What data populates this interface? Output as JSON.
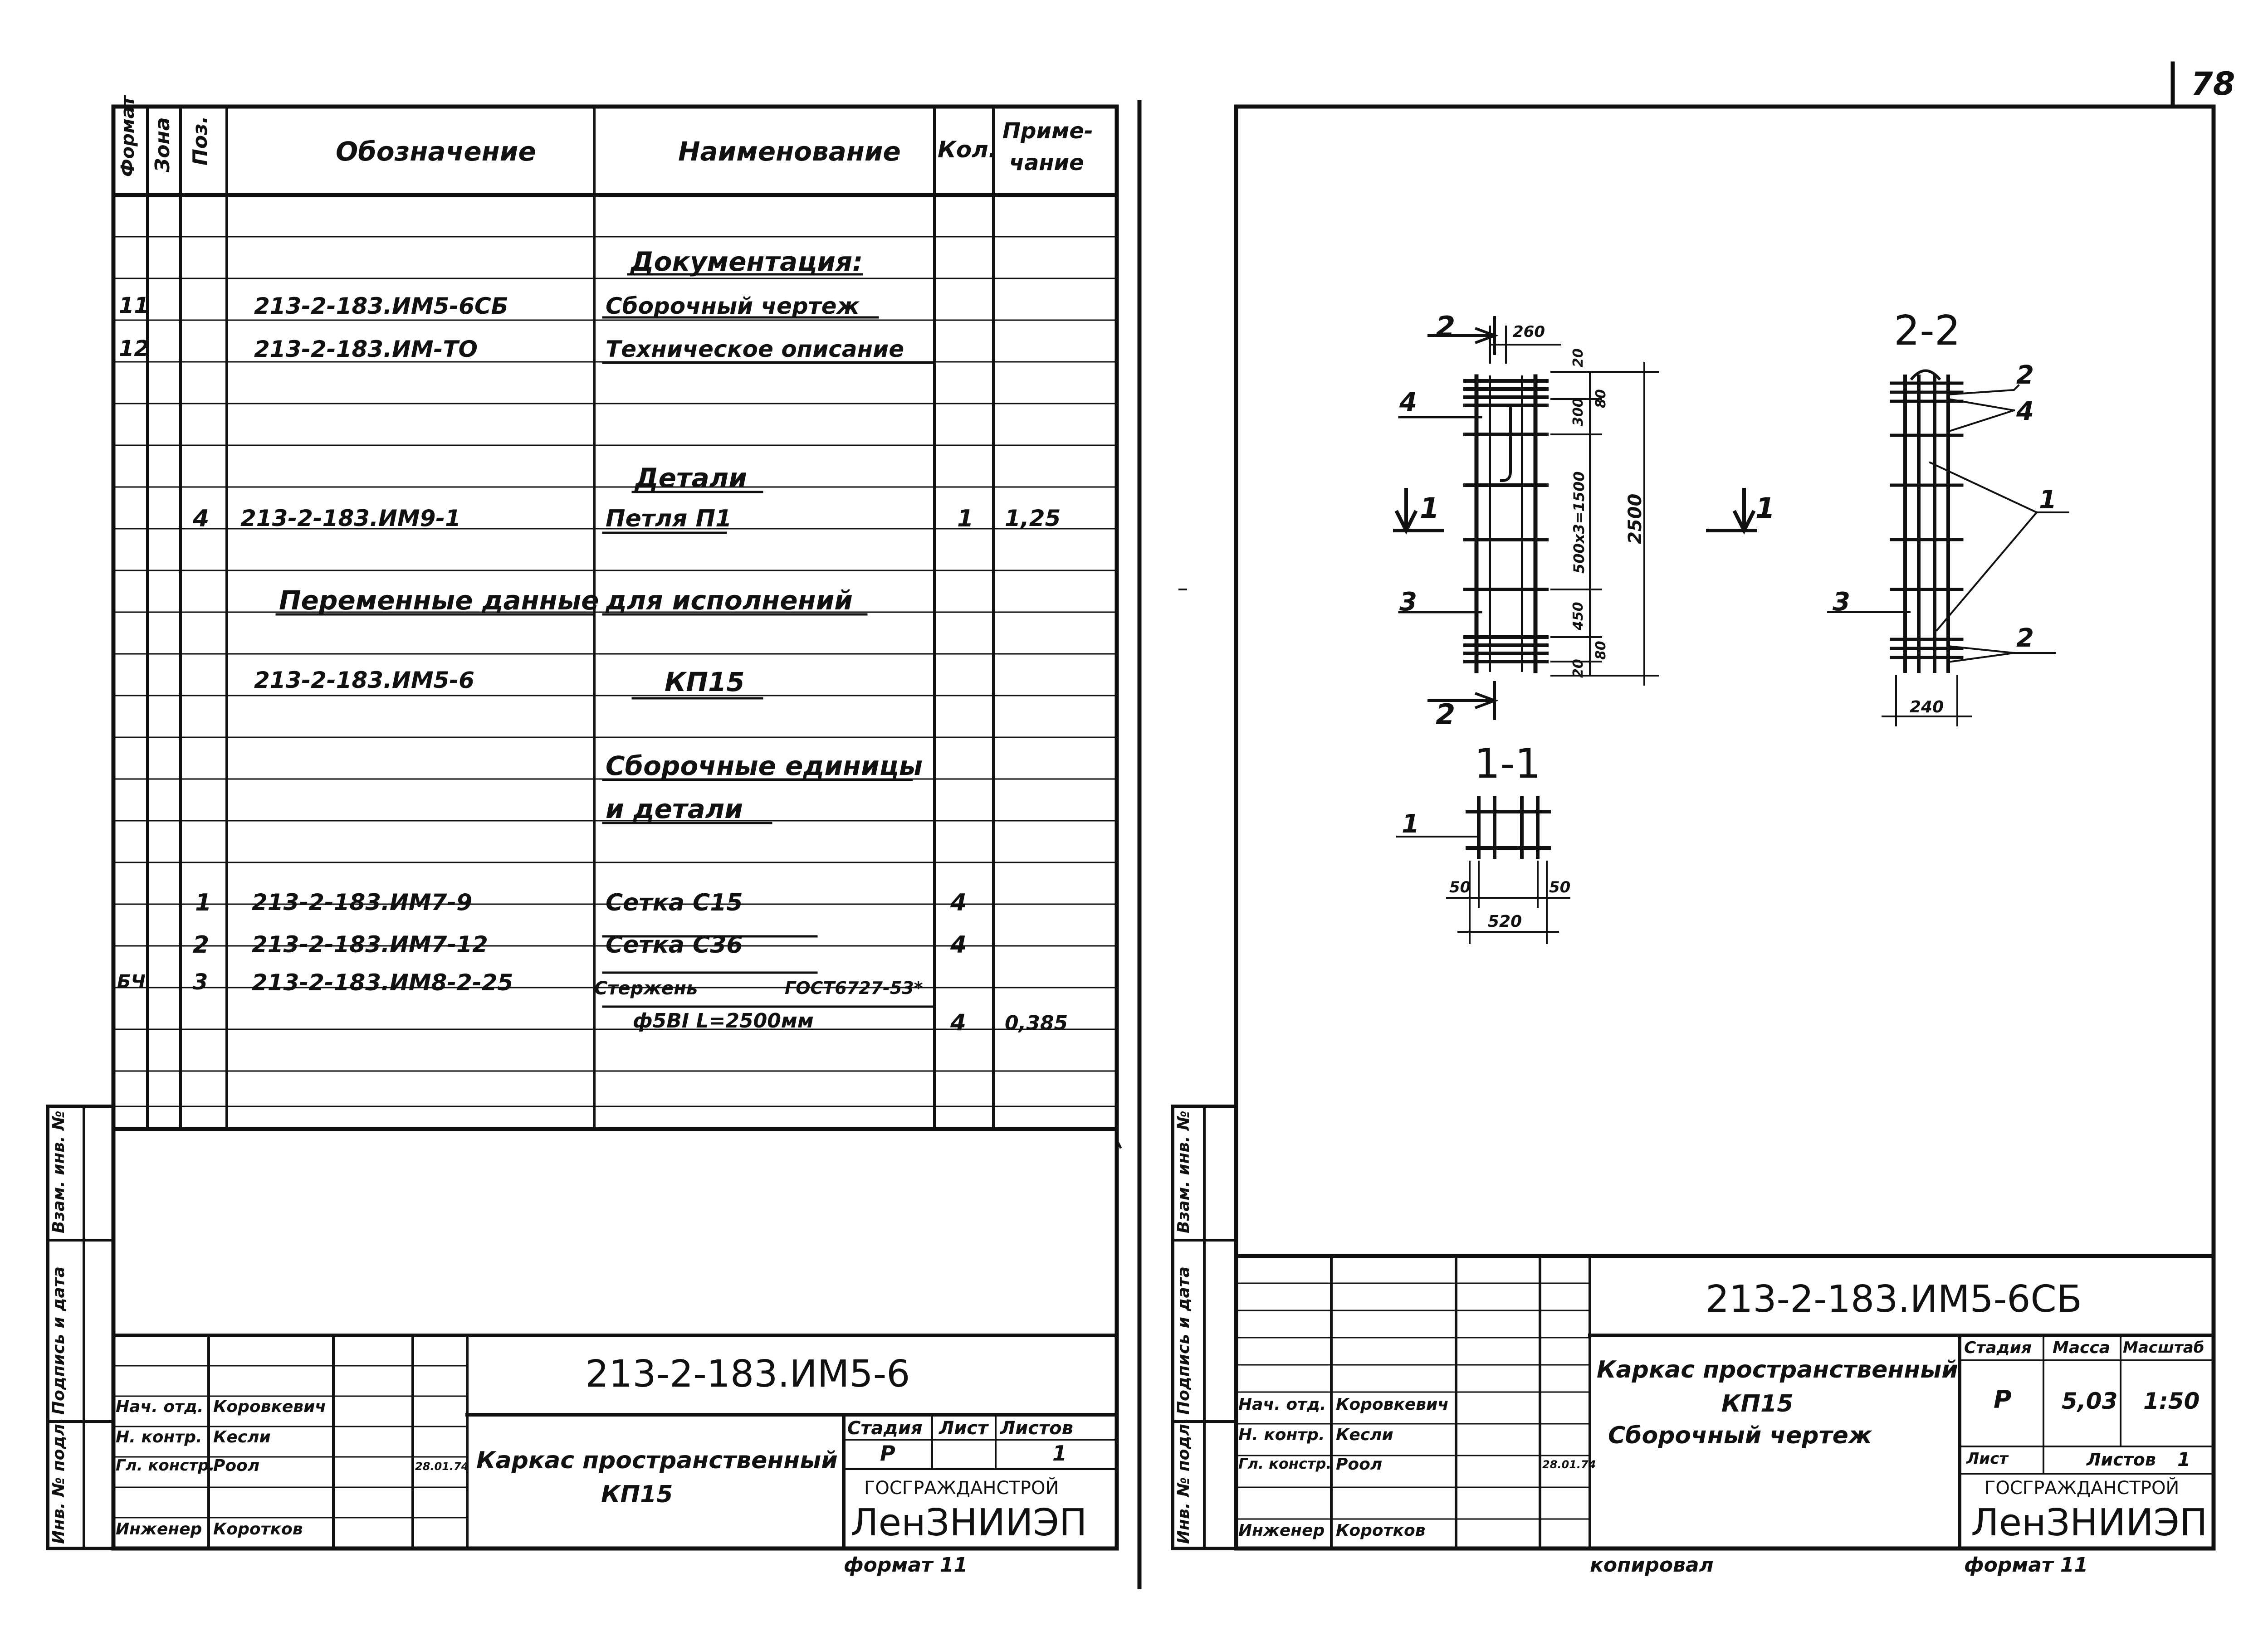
{
  "page_number": "78",
  "spec": {
    "headers": {
      "format": "Формат",
      "zone": "Зона",
      "pos": "Поз.",
      "designation": "Обозначение",
      "name": "Наименование",
      "qty": "Кол.",
      "note_line1": "Приме-",
      "note_line2": "чание"
    },
    "rows": [
      {
        "name": "Документация:"
      },
      {
        "format": "11",
        "designation": "213-2-183.ИМ5-6СБ",
        "name": "Сборочный чертеж"
      },
      {
        "format": "12",
        "designation": "213-2-183.ИМ-ТО",
        "name": "Техническое описание"
      },
      {
        "name": "Детали"
      },
      {
        "pos": "4",
        "designation": "213-2-183.ИМ9-1",
        "name": "Петля П1",
        "qty": "1",
        "note": "1,25"
      },
      {
        "designation": "Переменные данные",
        "name": "для исполнений"
      },
      {
        "designation": "213-2-183.ИМ5-6",
        "name": "КП15"
      },
      {
        "name": "Сборочные единицы"
      },
      {
        "name": "и детали"
      },
      {
        "pos": "1",
        "designation": "213-2-183.ИМ7-9",
        "name": "Сетка С15",
        "qty": "4"
      },
      {
        "pos": "2",
        "designation": "213-2-183.ИМ7-12",
        "name": "Сетка С36",
        "qty": "4"
      },
      {
        "format": "БЧ",
        "pos": "3",
        "designation": "213-2-183.ИМ8-2-25",
        "name": "Стержень",
        "name_extra": "ГОСТ6727-53*"
      },
      {
        "name": "ф5ВI  L=2500мм",
        "qty": "4",
        "note": "0,385"
      }
    ],
    "side_labels": [
      "Инв. № подл.",
      "Подпись и дата",
      "Взам. инв. №"
    ],
    "title_block": {
      "doc_number": "213-2-183.ИМ5-6",
      "title_line1": "Каркас пространственный",
      "title_line2": "КП15",
      "stage_label": "Стадия",
      "sheet_label": "Лист",
      "sheets_label": "Листов",
      "stage": "Р",
      "sheets": "1",
      "org_top": "ГОСГРАЖДАНСТРОЙ",
      "org_main": "ЛенЗНИИЭП",
      "people": [
        {
          "role": "Нач. отд.",
          "name": "Коровкевич"
        },
        {
          "role": "Н. контр.",
          "name": "Кесли"
        },
        {
          "role": "Гл. констр.",
          "name": "Роол",
          "date": "28.01.74"
        },
        {
          "role": "",
          "name": ""
        },
        {
          "role": "Инженер",
          "name": "Коротков"
        }
      ]
    },
    "format_caption": "формат 11"
  },
  "drawing": {
    "sections": {
      "s22": "2-2",
      "s11": "1-1"
    },
    "labels": {
      "cut2": "2",
      "cut1": "1",
      "pos4": "4",
      "pos3": "3",
      "pos2": "2",
      "pos1": "1",
      "dim_260": "260",
      "dim_2500": "2500",
      "dim_20": "20",
      "dim_80": "80",
      "dim_300": "300",
      "dim_500x3": "500х3=1500",
      "dim_450": "450",
      "dim_240": "240",
      "dim_520": "520",
      "dim_50": "50"
    },
    "title_block": {
      "doc_number": "213-2-183.ИМ5-6СБ",
      "title_line1": "Каркас пространственный",
      "title_line2": "КП15",
      "title_line3": "Сборочный чертеж",
      "stage_label": "Стадия",
      "mass_label": "Масса",
      "scale_label": "Масштаб",
      "stage": "Р",
      "mass": "5,03",
      "scale": "1:50",
      "sheet_label": "Лист",
      "sheets_label": "Листов",
      "sheets": "1",
      "org_top": "ГОСГРАЖДАНСТРОЙ",
      "org_main": "ЛенЗНИИЭП",
      "people": [
        {
          "role": "Нач. отд.",
          "name": "Коровкевич"
        },
        {
          "role": "Н. контр.",
          "name": "Кесли"
        },
        {
          "role": "Гл. констр.",
          "name": "Роол",
          "date": "28.01.74"
        },
        {
          "role": "",
          "name": ""
        },
        {
          "role": "Инженер",
          "name": "Коротков"
        }
      ]
    },
    "copied_caption": "копировал",
    "format_caption": "формат 11"
  }
}
